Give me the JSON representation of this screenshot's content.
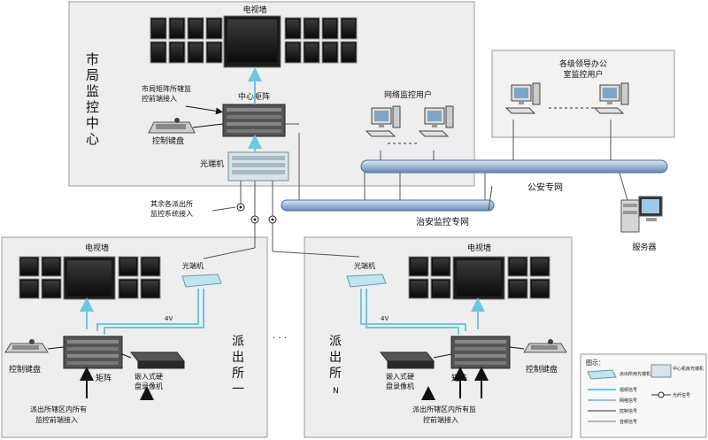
{
  "center": {
    "title_chars": [
      "市",
      "局",
      "监",
      "控",
      "中",
      "心"
    ],
    "tv_wall": "电视墙",
    "matrix": "中心矩阵",
    "matrix_input": [
      "市局矩阵所辖监",
      "控前端接入"
    ],
    "keyboard": "控制键盘",
    "optical": "光端机",
    "net_users": "网络监控用户"
  },
  "leaders": {
    "label": [
      "各级领导办公",
      "室监控用户"
    ]
  },
  "networks": {
    "public_security": "公安专网",
    "public_order": "治安监控专网"
  },
  "server": "服务器",
  "other_stations": [
    "其余各派出所",
    "监控系统接入"
  ],
  "station1": {
    "tv_wall": "电视墙",
    "optical": "光端机",
    "keyboard": "控制键盘",
    "matrix": "矩阵",
    "dvr": [
      "嵌入式硬",
      "盘录像机"
    ],
    "input": [
      "派出所辖区内所有",
      "监控前端接入"
    ],
    "name": [
      "派",
      "出",
      "所",
      "一"
    ],
    "signal": "4V"
  },
  "ellipsis": "·  ·  ·",
  "stationN": {
    "tv_wall": "电视墙",
    "optical": "光端机",
    "keyboard": "控制键盘",
    "matrix": "矩阵",
    "dvr": [
      "嵌入式硬",
      "盘录像机"
    ],
    "input": [
      "派出所辖区内所有监",
      "控前端接入"
    ],
    "name": [
      "派",
      "出",
      "所"
    ],
    "name_suffix": "N",
    "signal": "4V"
  },
  "legend": {
    "title": "图示：",
    "items": [
      "派出所用光端机",
      "视频信号",
      "网络信号",
      "控制信号",
      "音频信号"
    ],
    "right_items": [
      "中心机房光端机",
      "光纤信号"
    ]
  },
  "colors": {
    "cyan": "#6cc8e0",
    "pipe": "#9fb8d8",
    "pipe_dark": "#4a6a9a",
    "frame": "#9a9a9a",
    "panel": "#eeeeee"
  }
}
